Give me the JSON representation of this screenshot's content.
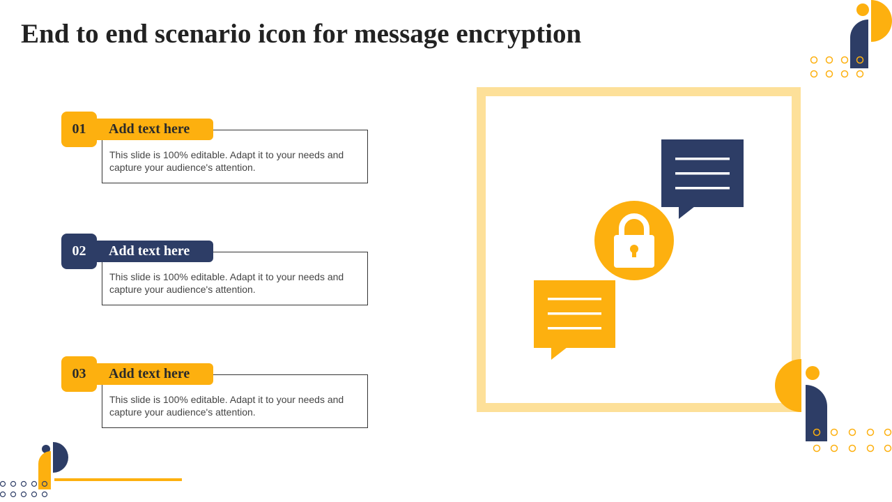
{
  "slide": {
    "title": "End to end scenario icon for message encryption"
  },
  "items": [
    {
      "number": "01",
      "heading": "Add text here",
      "body": "This slide is 100% editable. Adapt it to your needs and capture your audience's attention."
    },
    {
      "number": "02",
      "heading": "Add text here",
      "body": "This slide is 100% editable. Adapt it to your needs and capture your audience's attention."
    },
    {
      "number": "03",
      "heading": "Add text here",
      "body": "This slide is 100% editable. Adapt it to your needs and capture your audience's attention."
    }
  ],
  "colors": {
    "yellow": "#FDB00F",
    "navy": "#2D3D66",
    "frame": "#FDE099",
    "text": "#222222"
  },
  "icons": {
    "illustration": [
      "padlock-icon",
      "chat-bubble-icon"
    ]
  }
}
